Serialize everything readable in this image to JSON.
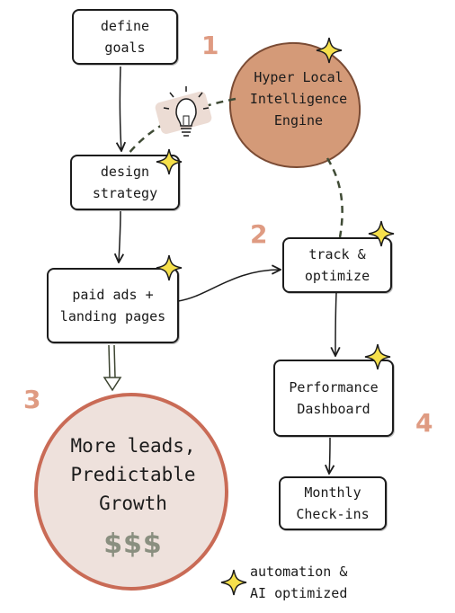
{
  "diagram": {
    "steps": {
      "define_goals": "define\ngoals",
      "design_strategy": "design\nstrategy",
      "paid_ads": "paid ads +\nlanding pages",
      "track_optimize": "track &\noptimize",
      "performance_dashboard": "Performance\nDashboard",
      "monthly_checkins": "Monthly\nCheck-ins"
    },
    "engine_label": "Hyper Local\nIntelligence\nEngine",
    "outcome": {
      "label": "More leads,\nPredictable\nGrowth",
      "money": "$$$"
    },
    "phase_numbers": [
      "1",
      "2",
      "3",
      "4"
    ],
    "legend": {
      "label": "automation &\nAI optimized"
    },
    "icons": [
      "lightbulb-icon",
      "sparkle-icon"
    ],
    "colors": {
      "engine_fill": "#d49a78",
      "outcome_fill": "#eee1dc",
      "outcome_border": "#c96b56",
      "phase_number": "#df9b82",
      "sparkle_fill": "#f6e04b",
      "money": "#8a8f80",
      "dashed_connector": "#3f4b35"
    }
  }
}
